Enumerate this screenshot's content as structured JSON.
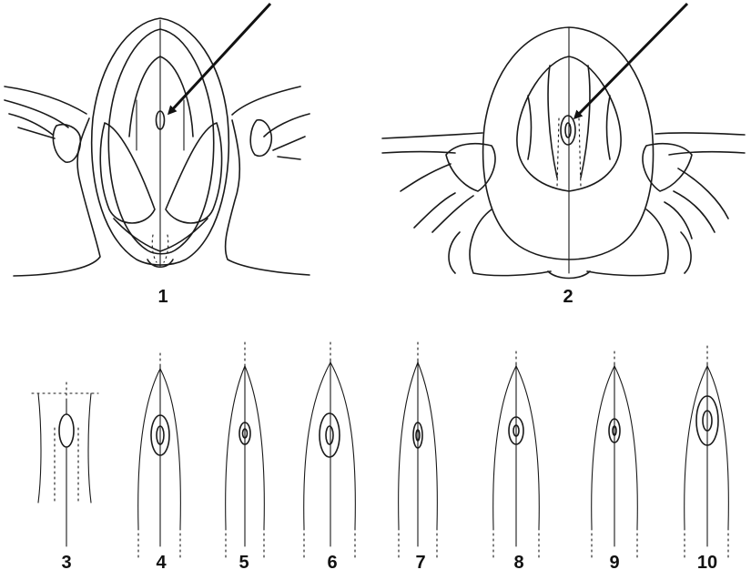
{
  "figure": {
    "labels": {
      "panel_1": "1",
      "panel_2": "2",
      "panel_3": "3",
      "panel_4": "4",
      "panel_5": "5",
      "panel_6": "6",
      "panel_7": "7",
      "panel_8": "8",
      "panel_9": "9",
      "panel_10": "10"
    }
  }
}
